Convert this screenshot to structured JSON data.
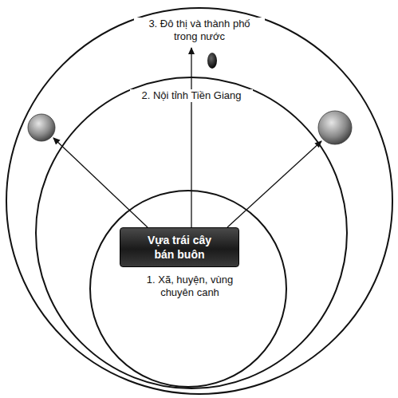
{
  "diagram": {
    "nodes": [
      {
        "text": [
          "3. Đô thị và thành phố trong nước"
        ]
      },
      {
        "text": [
          "2. Nội tỉnh Tiền Giang"
        ],
        "in": 0
      },
      {
        "text": [
          "1. Xã, huyện, vùng chuyên canh"
        ],
        "in": 1
      },
      {
        "text": [
          "Vựa trái cây bán buôn"
        ],
        "in": 2
      }
    ]
  }
}
